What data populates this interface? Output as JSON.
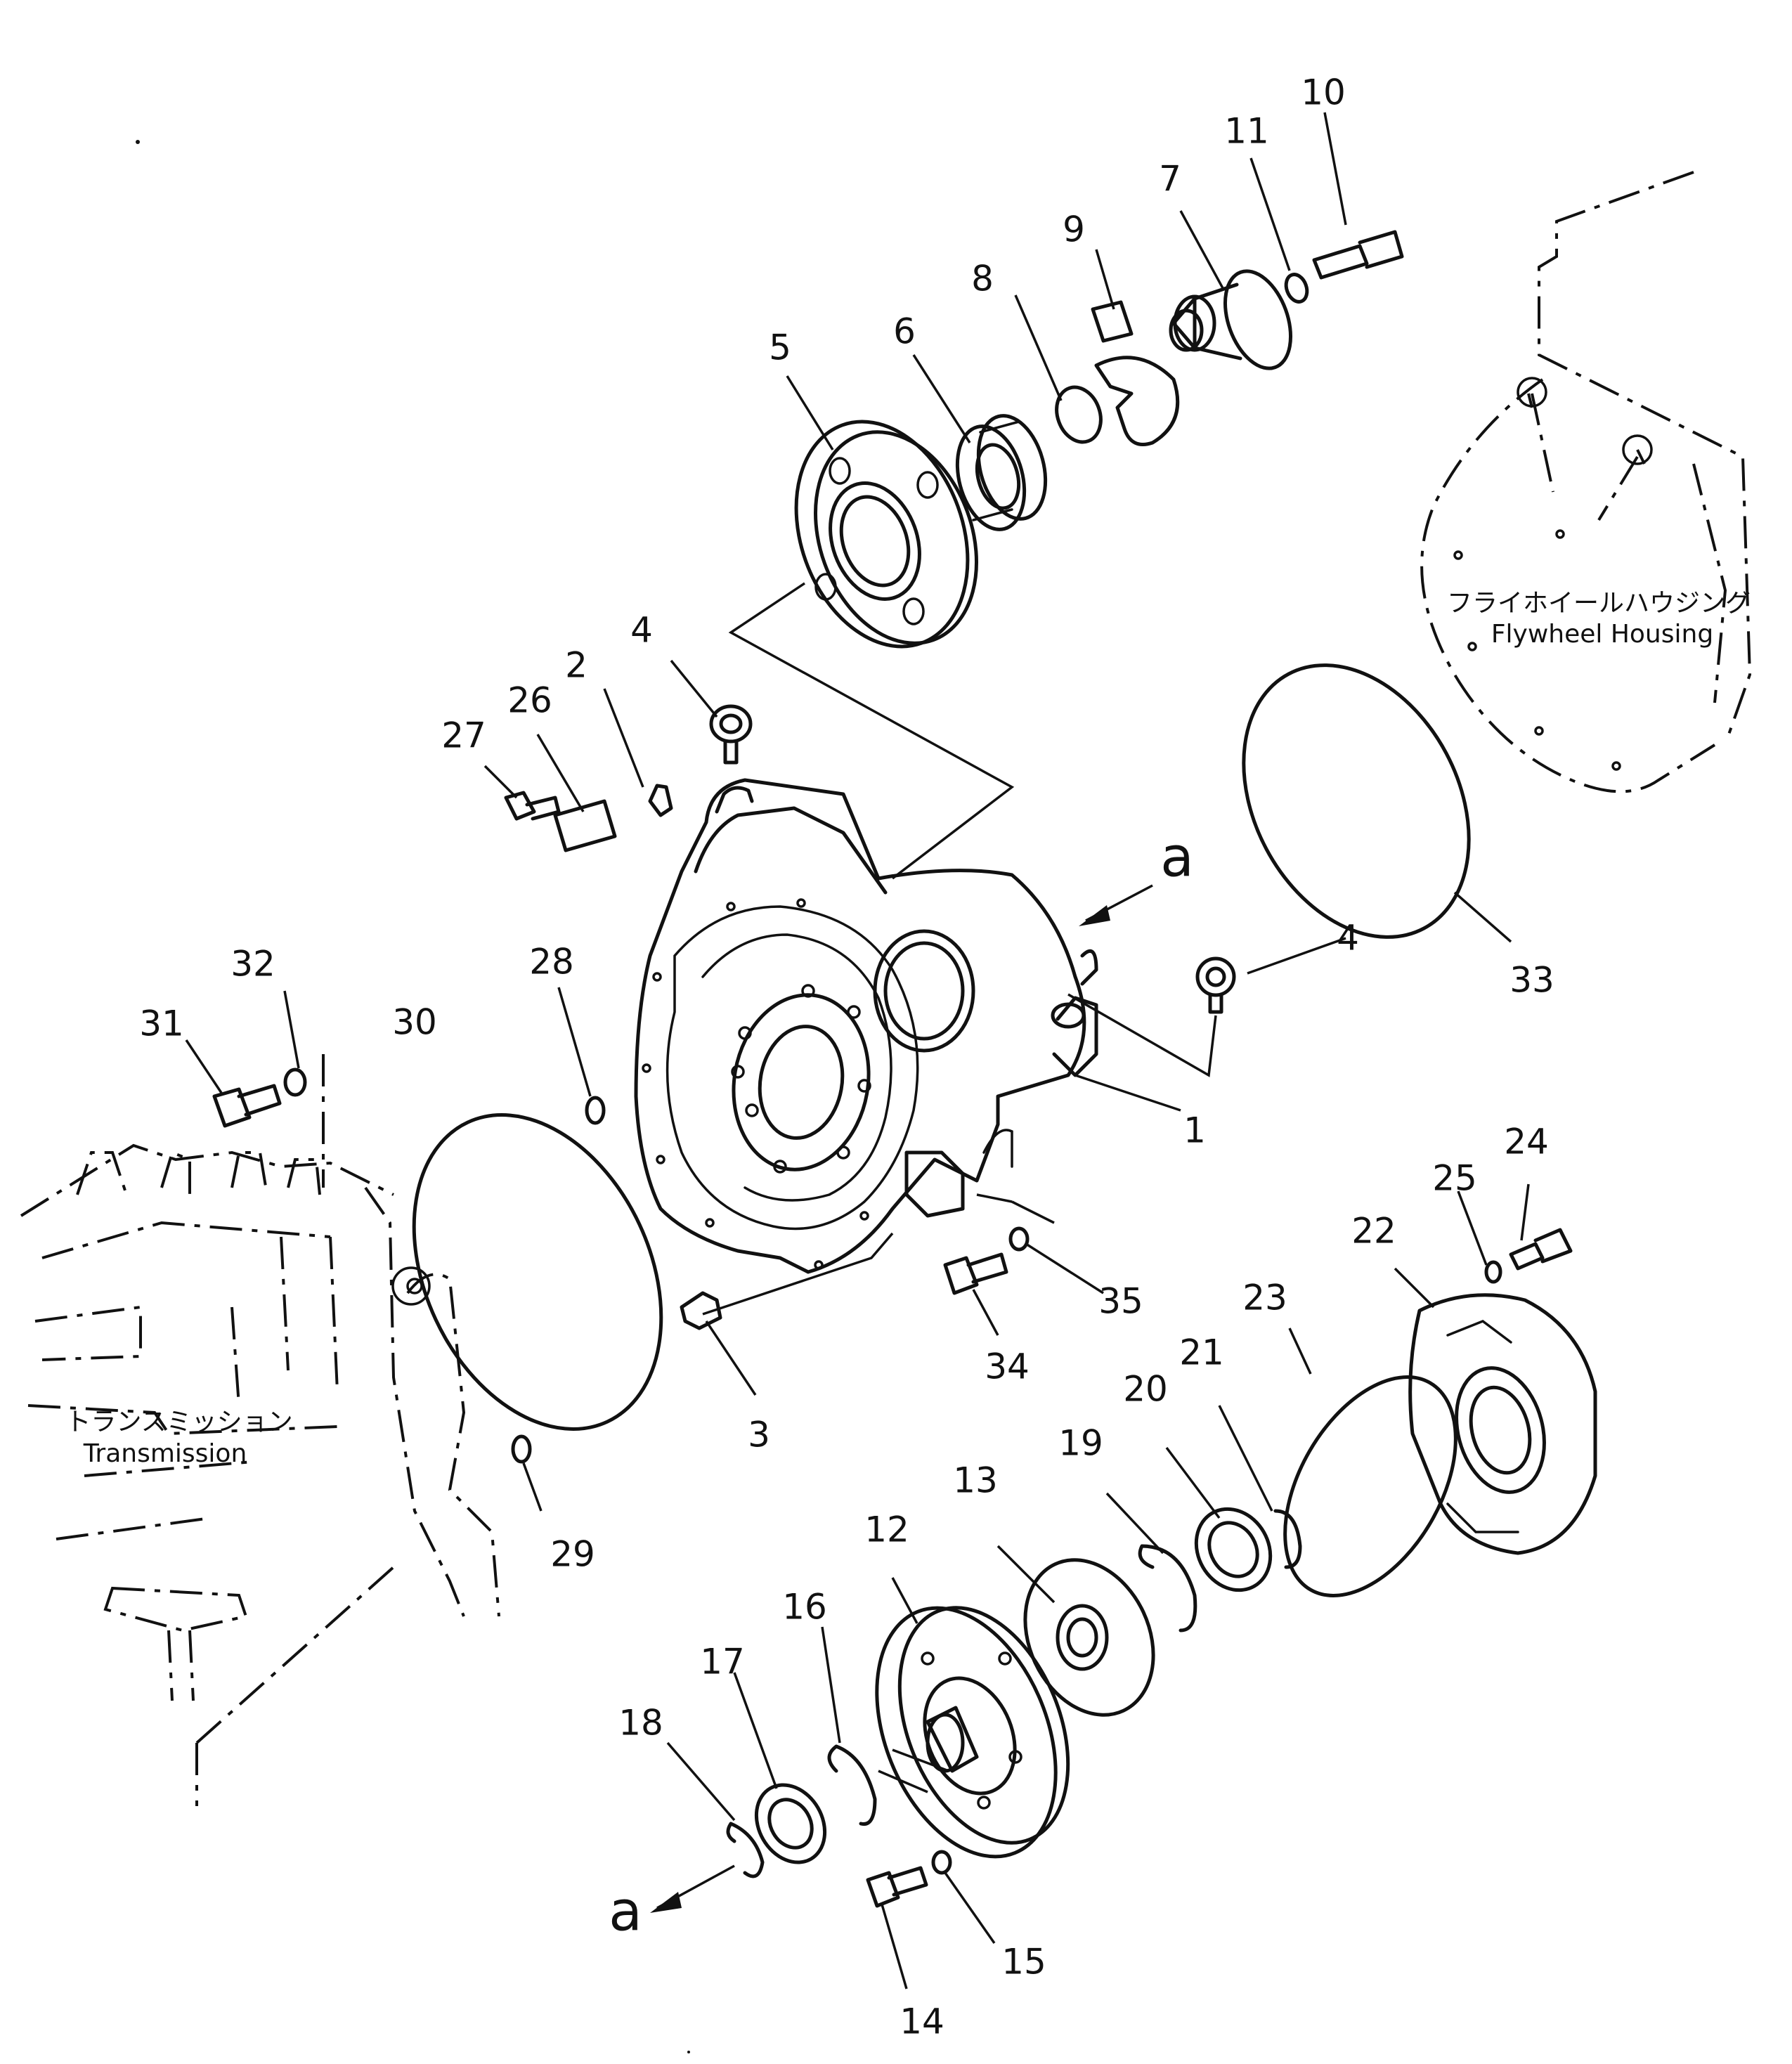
{
  "callouts": [
    {
      "id": "1",
      "label": "1"
    },
    {
      "id": "2",
      "label": "2"
    },
    {
      "id": "3",
      "label": "3"
    },
    {
      "id": "4a",
      "label": "4"
    },
    {
      "id": "4b",
      "label": "4"
    },
    {
      "id": "5",
      "label": "5"
    },
    {
      "id": "6",
      "label": "6"
    },
    {
      "id": "7",
      "label": "7"
    },
    {
      "id": "8",
      "label": "8"
    },
    {
      "id": "9",
      "label": "9"
    },
    {
      "id": "10",
      "label": "10"
    },
    {
      "id": "11",
      "label": "11"
    },
    {
      "id": "12",
      "label": "12"
    },
    {
      "id": "13",
      "label": "13"
    },
    {
      "id": "14",
      "label": "14"
    },
    {
      "id": "15",
      "label": "15"
    },
    {
      "id": "16",
      "label": "16"
    },
    {
      "id": "17",
      "label": "17"
    },
    {
      "id": "18",
      "label": "18"
    },
    {
      "id": "19",
      "label": "19"
    },
    {
      "id": "20",
      "label": "20"
    },
    {
      "id": "21",
      "label": "21"
    },
    {
      "id": "22",
      "label": "22"
    },
    {
      "id": "23",
      "label": "23"
    },
    {
      "id": "24",
      "label": "24"
    },
    {
      "id": "25",
      "label": "25"
    },
    {
      "id": "26",
      "label": "26"
    },
    {
      "id": "27",
      "label": "27"
    },
    {
      "id": "28",
      "label": "28"
    },
    {
      "id": "29",
      "label": "29"
    },
    {
      "id": "30",
      "label": "30"
    },
    {
      "id": "31",
      "label": "31"
    },
    {
      "id": "32",
      "label": "32"
    },
    {
      "id": "33",
      "label": "33"
    },
    {
      "id": "34",
      "label": "34"
    },
    {
      "id": "35",
      "label": "35"
    }
  ],
  "arrow_markers": [
    {
      "id": "a_top",
      "label": "a"
    },
    {
      "id": "a_bottom",
      "label": "a"
    }
  ],
  "captions": {
    "flywheel_jp": "フライホイールハウジング",
    "flywheel_en": "Flywheel Housing",
    "transmission_jp": "トランスミッション",
    "transmission_en": "Transmission"
  }
}
